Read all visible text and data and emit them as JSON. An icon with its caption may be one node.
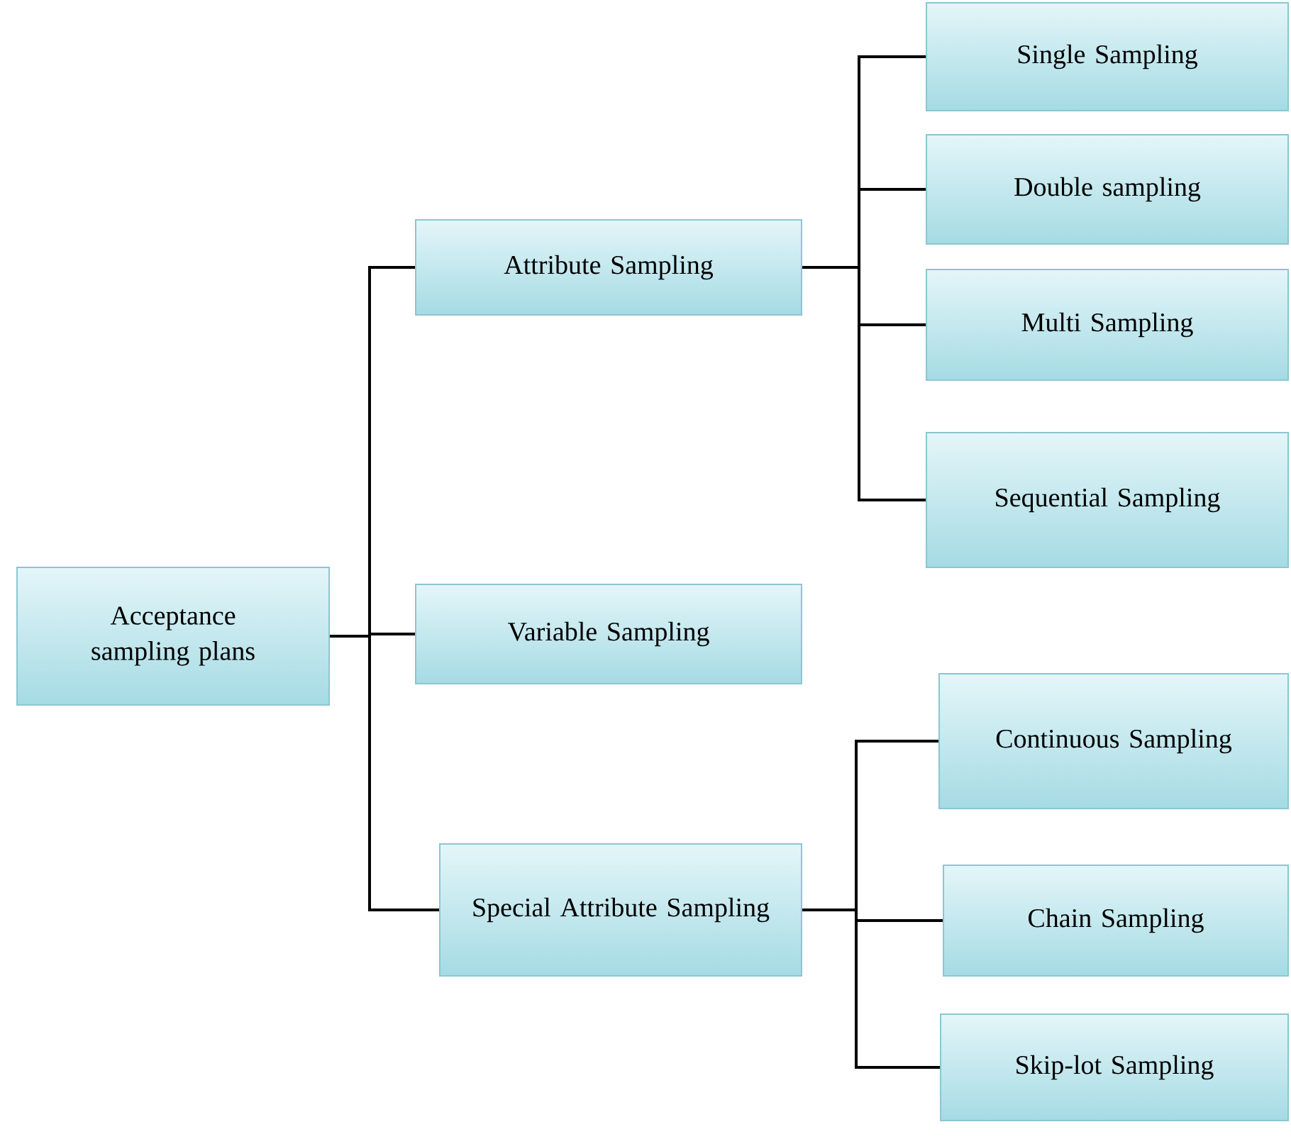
{
  "diagram": {
    "nodes": [
      {
        "text": [
          "Acceptance sampling plans"
        ]
      },
      {
        "text": [
          "Attribute Sampling"
        ]
      },
      {
        "text": [
          "Variable Sampling"
        ]
      },
      {
        "text": [
          "Special Attribute Sampling"
        ]
      },
      {
        "text": [
          "Single Sampling"
        ]
      },
      {
        "text": [
          "Double sampling"
        ]
      },
      {
        "text": [
          "Multi Sampling"
        ]
      },
      {
        "text": [
          "Sequential Sampling"
        ]
      },
      {
        "text": [
          "Continuous Sampling"
        ]
      },
      {
        "text": [
          "Chain Sampling"
        ]
      },
      {
        "text": [
          "Skip-lot Sampling"
        ]
      }
    ],
    "edges": [
      {
        "from": 0,
        "to": 1,
        "arrow": "none"
      },
      {
        "from": 0,
        "to": 2,
        "arrow": "none"
      },
      {
        "from": 0,
        "to": 3,
        "arrow": "none"
      },
      {
        "from": 1,
        "to": 4,
        "arrow": "none"
      },
      {
        "from": 1,
        "to": 5,
        "arrow": "none"
      },
      {
        "from": 1,
        "to": 6,
        "arrow": "none"
      },
      {
        "from": 1,
        "to": 7,
        "arrow": "none"
      },
      {
        "from": 3,
        "to": 8,
        "arrow": "none"
      },
      {
        "from": 3,
        "to": 9,
        "arrow": "none"
      },
      {
        "from": 3,
        "to": 10,
        "arrow": "none"
      }
    ]
  }
}
